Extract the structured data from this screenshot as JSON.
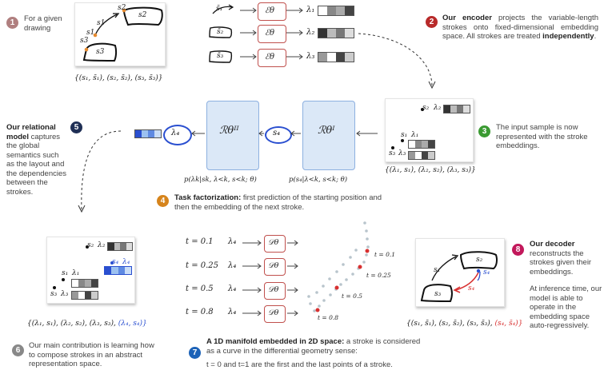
{
  "colors": {
    "badge1": "#b07f7f",
    "badge2": "#b82a2a",
    "badge3": "#3a9a32",
    "badge4": "#d6841c",
    "badge5": "#1f2f55",
    "badge6": "#888888",
    "badge7": "#1d63b8",
    "badge8": "#c2185b",
    "encoder": "#c0504d",
    "relational": "#9bbce6",
    "blue": "#2a4fd0",
    "red": "#d83030"
  },
  "step1": {
    "num": "1",
    "text": "For a given drawing",
    "labels": [
      "s2",
      "s2",
      "s1",
      "s1",
      "s3",
      "s3"
    ],
    "caption": "{(s₁, s̄₁), (s₂, s̄₂), (s₃, s̄₃)}"
  },
  "step2": {
    "num": "2",
    "bold1": "Our encoder",
    "text1": " projects the variable-length strokes onto fixed-dimensional embedding space. All strokes are treated ",
    "bold2": "independently",
    "text2": ".",
    "rows": [
      {
        "s": "s̄₁",
        "enc": "ℰθ",
        "lam": "λ₁"
      },
      {
        "s": "s̄₂",
        "enc": "ℰθ",
        "lam": "λ₂"
      },
      {
        "s": "s̄₃",
        "enc": "ℰθ",
        "lam": "λ₃"
      }
    ]
  },
  "step3": {
    "num": "3",
    "text": "The input sample is now represented with the stroke embeddings.",
    "caption": "{(λ₁, s₁), (λ₂, s₂), (λ₃, s₃)}",
    "labels": [
      "s₂",
      "λ₂",
      "s₁",
      "λ₁",
      "s₃",
      "λ₃"
    ]
  },
  "step4": {
    "num": "4",
    "bold": "Task factorization:",
    "text": " first prediction of the starting position and then the embedding of the next stroke.",
    "rI": "ℛθᴵ",
    "rII": "ℛθᴵᴵ",
    "s4": "s₄",
    "lam4": "λ₄",
    "pI": "p(s₄|λ<k, s<k; θ)",
    "pII": "p(λk|sk, λ<k, s<k; θ)"
  },
  "step5": {
    "num": "5",
    "bold": "Our relational model",
    "text": " captures the global semantics such as the layout and the dependencies between the strokes."
  },
  "step6": {
    "num": "6",
    "text": "Our main contribution is learning how to compose strokes in an abstract representation space.",
    "caption_black": "{(λ₁, s₁), (λ₂, s₂), (λ₃, s₃),",
    "caption_blue": "(λ₄, s₄)}",
    "labels": [
      "s₂",
      "λ₂",
      "s₄",
      "λ₄",
      "s₁",
      "λ₁",
      "s₃",
      "λ₃"
    ]
  },
  "step7": {
    "num": "7",
    "bold": "A 1D manifold embedded in 2D space:",
    "text": " a stroke is considered as a curve in the differential geometry sense:",
    "line2": "t = 0 and t=1 are the first and the last points of a stroke.",
    "rows": [
      {
        "t": "t = 0.1",
        "lam": "λ₄",
        "dec": "𝒟θ"
      },
      {
        "t": "t = 0.25",
        "lam": "λ₄",
        "dec": "𝒟θ"
      },
      {
        "t": "t = 0.5",
        "lam": "λ₄",
        "dec": "𝒟θ"
      },
      {
        "t": "t = 0.8",
        "lam": "λ₄",
        "dec": "𝒟θ"
      }
    ],
    "curve_labels": [
      "t = 0.1",
      "t = 0.25",
      "t = 0.5",
      "t = 0.8"
    ]
  },
  "step8": {
    "num": "8",
    "bold": "Our decoder",
    "text": " reconstructs the strokes given their embeddings.",
    "text2": "At inference time, our model is able to operate in the embedding space auto-regressively.",
    "caption_black": "{(s₁, s̄₁), (s₂, s̄₂), (s₃, s̄₃),",
    "caption_red": "(s₄, s̄₄)}",
    "labels": [
      "s₁",
      "s₂",
      "s₃",
      "s₄",
      "s₄"
    ]
  }
}
